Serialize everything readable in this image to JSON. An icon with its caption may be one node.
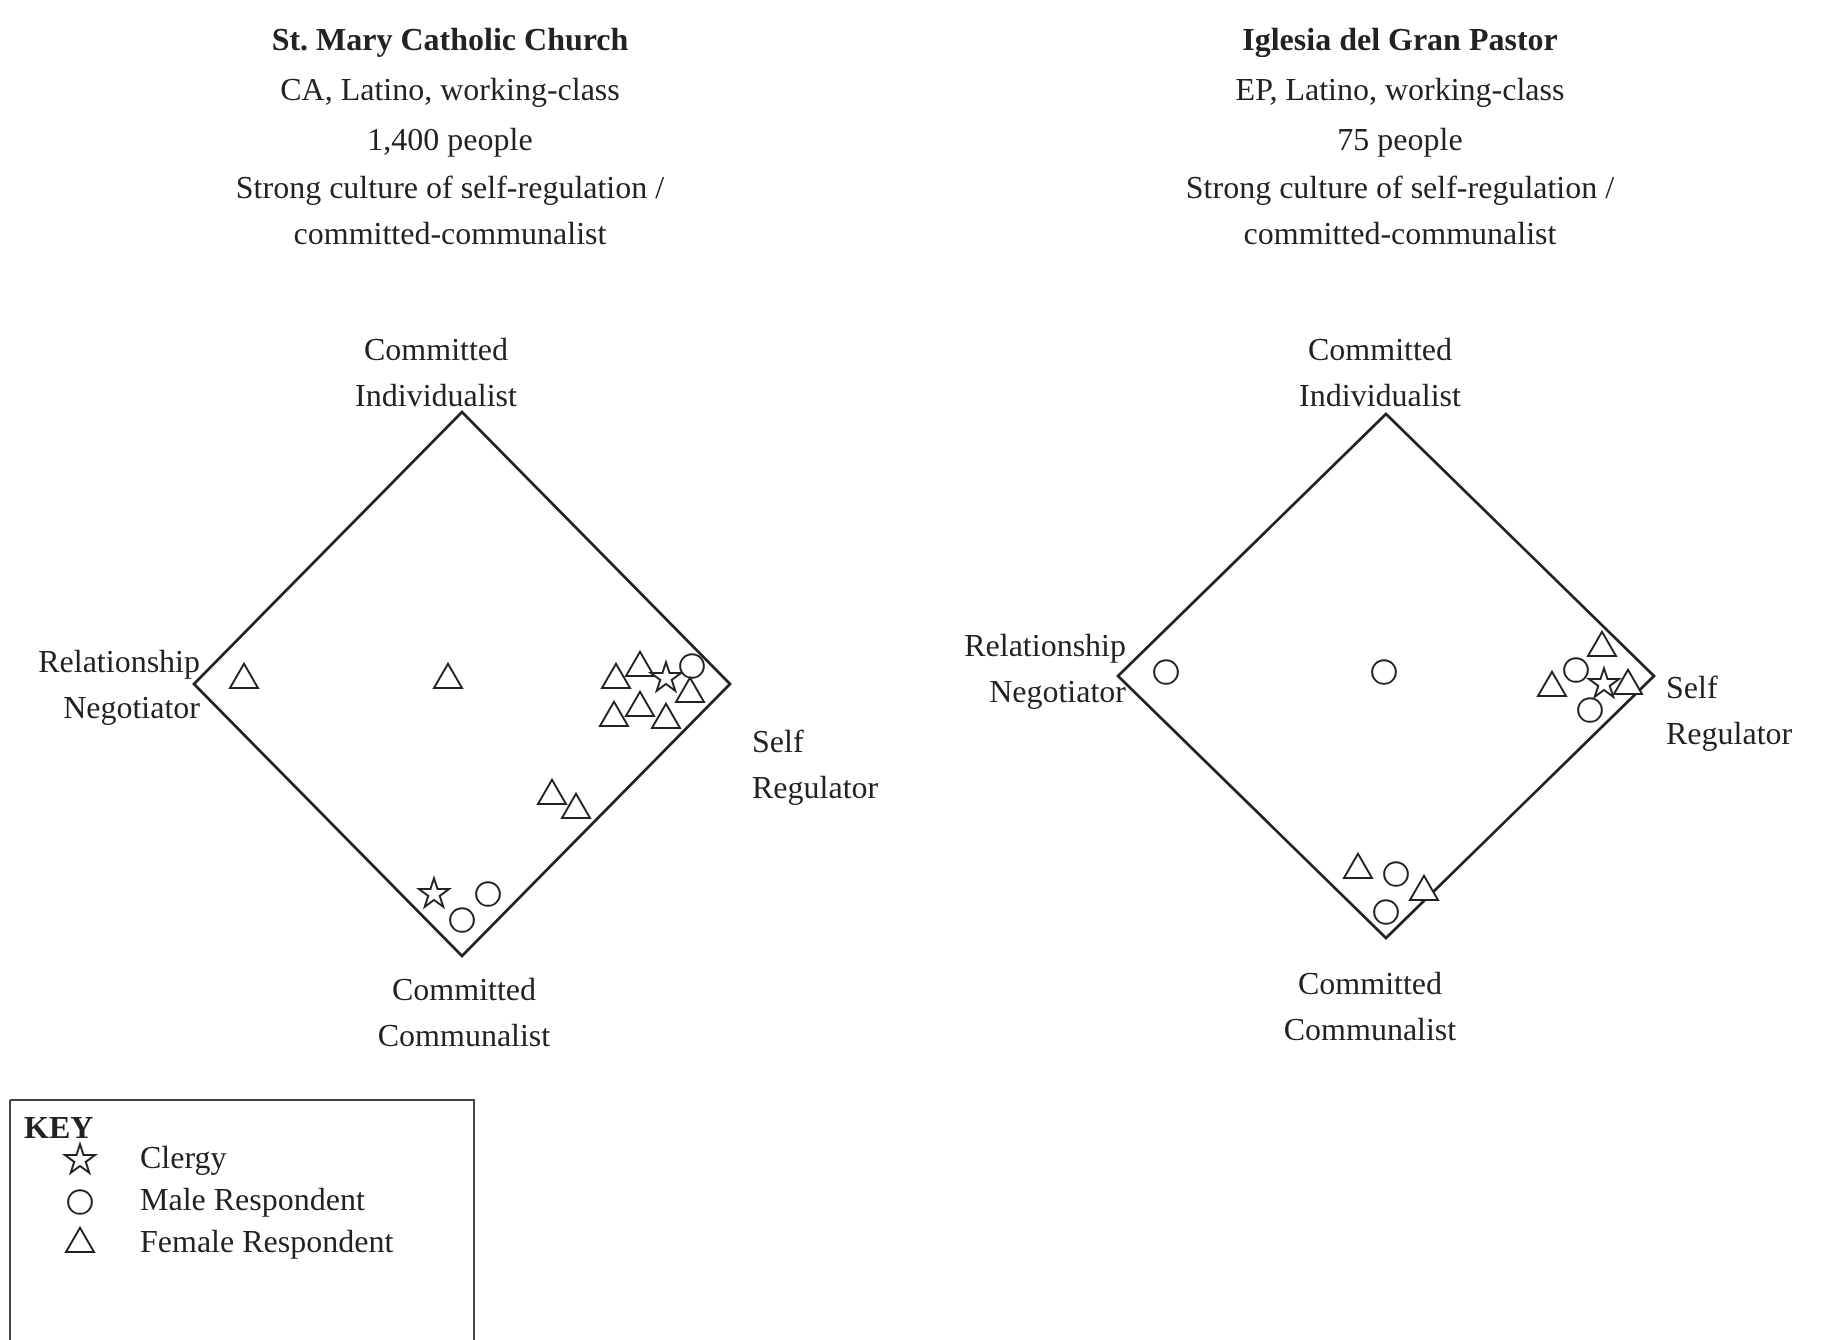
{
  "diagram": {
    "labels": [
      "St. Mary Catholic Church",
      "CA, Latino, working-class",
      "1,400 people",
      "Strong culture of self-regulation / committed-communalist",
      "Iglesia del Gran Pastor",
      "EP, Latino, working-class",
      "75 people",
      "Strong culture of self-regulation / committed-communalist",
      "Committed Individualist",
      "Relationship Negotiator",
      "Self Regulator",
      "Committed Communalist",
      "Committed Individualist",
      "Relationship Negotiator",
      "Self Regulator",
      "Committed Communalist",
      "KEY"
    ],
    "legend": [
      {
        "text": "Clergy"
      },
      {
        "text": "Male Respondent"
      },
      {
        "text": "Female Respondent"
      }
    ]
  }
}
